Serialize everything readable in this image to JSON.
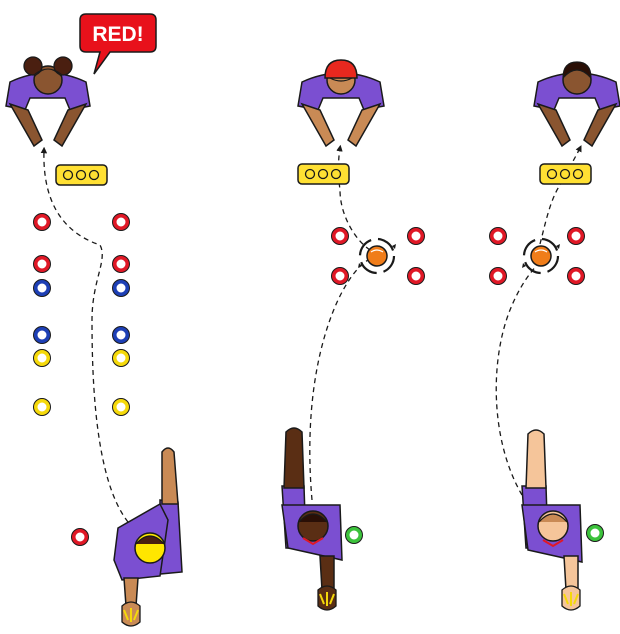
{
  "callout": {
    "text": "RED!",
    "color": "#e8111b"
  },
  "colors": {
    "shirt": "#7b4fd1",
    "skin_dark": "#8a5530",
    "skin_medium": "#c98a55",
    "skin_light": "#f5c59a",
    "hair_dark": "#4a1f10",
    "cap_red": "#e8281f",
    "cap_yellow": "#ffe600",
    "card_yellow": "#ffe033",
    "ring_red": "#e01826",
    "ring_blue": "#1d3fb5",
    "ring_yellow": "#f5d90a",
    "ring_green": "#3cc23c",
    "ball_orange": "#f07d1a",
    "outline": "#1a1a1a"
  },
  "icons": [
    "speech-bubble",
    "hoop-card-icon",
    "ring-marker-icon",
    "ball-icon",
    "rotation-arrows-icon",
    "player-figure"
  ],
  "panels": [
    {
      "name": "left-drill",
      "coach": {
        "skin": "skin_dark",
        "hair": "puffs"
      },
      "rings": [
        "red",
        "red",
        "red",
        "red",
        "blue",
        "blue",
        "blue",
        "blue",
        "yellow",
        "yellow",
        "yellow",
        "yellow"
      ],
      "player_cap": "yellow",
      "side_ring": "red"
    },
    {
      "name": "middle-drill",
      "coach": {
        "skin": "skin_medium",
        "hair": "red-cap"
      },
      "rings": [
        "red",
        "red",
        "red",
        "red"
      ],
      "player_cap": "none",
      "side_ring": "green"
    },
    {
      "name": "right-drill",
      "coach": {
        "skin": "skin_dark",
        "hair": "short"
      },
      "rings": [
        "red",
        "red",
        "red",
        "red"
      ],
      "player_cap": "none",
      "side_ring": "green"
    }
  ]
}
